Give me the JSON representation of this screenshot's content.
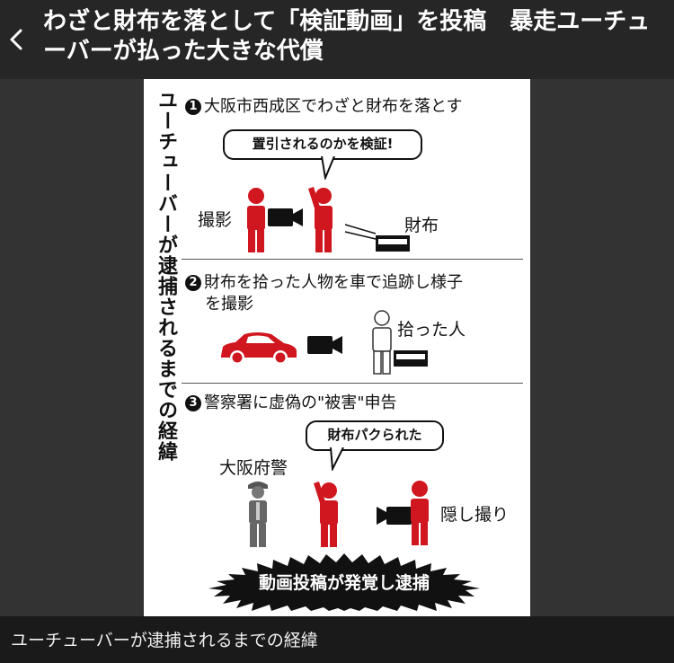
{
  "header": {
    "title": "わざと財布を落として「検証動画」を投稿　暴走ユーチューバーが払った大きな代償",
    "back_icon": "chevron-left-icon"
  },
  "figure": {
    "vertical_title": "ユーチューバーが逮捕されるまでの経緯",
    "step1": {
      "number": "1",
      "text": "大阪市西成区でわざと財布を落とす",
      "bubble": "置引されるのかを検証!",
      "label_filming": "撮影",
      "label_wallet": "財布"
    },
    "step2": {
      "number": "2",
      "text_line1": "財布を拾った人物を車で追跡し様子",
      "text_line2": "を撮影",
      "label_picker": "拾った人"
    },
    "step3": {
      "number": "3",
      "text": "警察署に虚偽の\"被害\"申告",
      "bubble": "財布パクられた",
      "label_police": "大阪府警",
      "label_hidden": "隠し撮り"
    },
    "banner": "動画投稿が発覚し逮捕",
    "colors": {
      "figure_red": "#d0161f",
      "dark": "#111111"
    }
  },
  "caption": "ユーチューバーが逮捕されるまでの経緯"
}
